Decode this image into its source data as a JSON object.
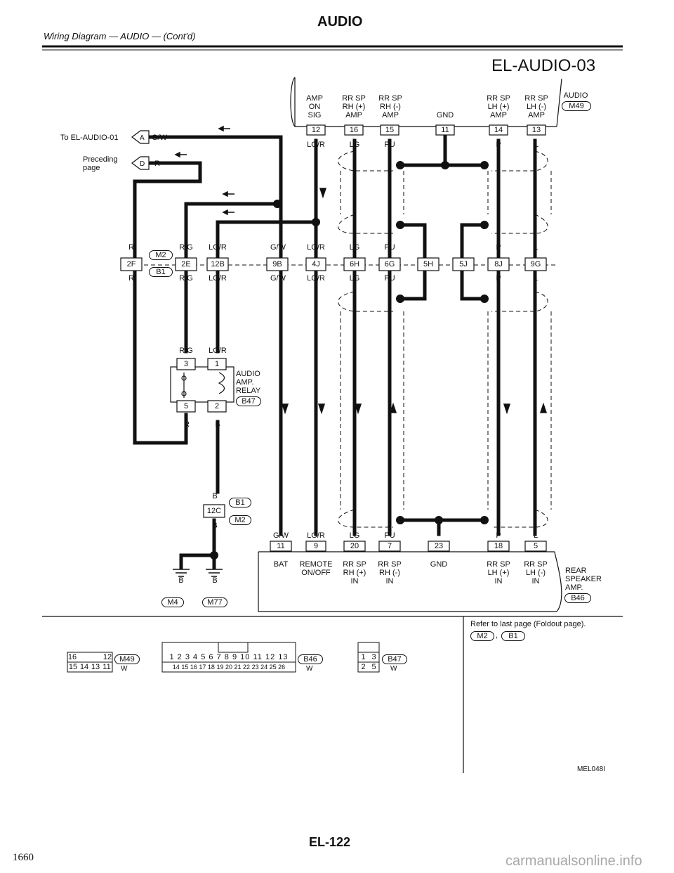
{
  "header": {
    "title": "AUDIO",
    "subtitle": "Wiring Diagram — AUDIO — (Cont'd)",
    "diagram_code": "EL-AUDIO-03"
  },
  "amp_top": {
    "terminals": [
      {
        "pin": "12",
        "label": "AMP\nON\nSIG",
        "wire": "LG/R"
      },
      {
        "pin": "16",
        "label": "RR SP\nRH (+)\nAMP",
        "wire": "LG"
      },
      {
        "pin": "15",
        "label": "RR SP\nRH (-)\nAMP",
        "wire": "PU"
      },
      {
        "pin": "11",
        "label": "GND",
        "wire": ""
      },
      {
        "pin": "14",
        "label": "RR SP\nLH (+)\nAMP",
        "wire": "P"
      },
      {
        "pin": "13",
        "label": "RR SP\nLH (-)\nAMP",
        "wire": "L"
      }
    ],
    "component": "AUDIO",
    "connector": "M49"
  },
  "left_refs": {
    "to_audio01": "To EL-AUDIO-01",
    "to_audio01_conn": "A",
    "to_audio01_wire": "G/W",
    "preceding": "Preceding\npage",
    "preceding_conn": "D",
    "preceding_wire": "R"
  },
  "junction_row": {
    "connectors": [
      "2F",
      "2E",
      "12B",
      "9B",
      "4J",
      "6H",
      "6G",
      "5H",
      "5J",
      "8J",
      "9G"
    ],
    "upper_wires": [
      "R",
      "R/G",
      "LG/R",
      "G/W",
      "LG/R",
      "LG",
      "PU",
      "P",
      "L"
    ],
    "lower_wires": [
      "R",
      "R/G",
      "LG/R",
      "G/W",
      "LG/R",
      "LG",
      "PU",
      "P",
      "L"
    ],
    "conn_ids": [
      "M2",
      "B1"
    ]
  },
  "relay": {
    "name": "AUDIO\nAMP.\nRELAY",
    "connector": "B47",
    "pins_top": [
      "3",
      "1"
    ],
    "pins_bottom": [
      "5",
      "2"
    ],
    "wires_top": [
      "R/G",
      "LG/R"
    ],
    "wires_bottom": [
      "R",
      "B"
    ]
  },
  "ground": {
    "junction": "12C",
    "conn_ids": [
      "B1",
      "M2"
    ],
    "wire": "B",
    "grounds": [
      "M4",
      "M77"
    ]
  },
  "amp_bottom": {
    "terminals": [
      {
        "pin": "11",
        "label": "BAT",
        "wire": "G/W"
      },
      {
        "pin": "9",
        "label": "REMOTE\nON/OFF",
        "wire": "LG/R"
      },
      {
        "pin": "20",
        "label": "RR SP\nRH (+)\nIN",
        "wire": "LG"
      },
      {
        "pin": "7",
        "label": "RR SP\nRH (-)\nIN",
        "wire": "PU"
      },
      {
        "pin": "23",
        "label": "GND",
        "wire": ""
      },
      {
        "pin": "18",
        "label": "RR SP\nLH (+)\nIN",
        "wire": "P"
      },
      {
        "pin": "5",
        "label": "RR SP\nLH (-)\nIN",
        "wire": "L"
      }
    ],
    "component": "REAR\nSPEAKER\nAMP.",
    "connector": "B46"
  },
  "connector_views": {
    "m49": {
      "rows": [
        [
          "16",
          "",
          "12"
        ],
        [
          "15",
          "14",
          "13",
          "11"
        ]
      ],
      "id": "M49",
      "color": "W"
    },
    "b46": {
      "rows": [
        [
          "1",
          "2",
          "3",
          "4",
          "5",
          "6",
          "7",
          "8",
          "9",
          "10",
          "11",
          "12",
          "13"
        ],
        [
          "14",
          "15",
          "16",
          "17",
          "18",
          "19",
          "20",
          "21",
          "22",
          "23",
          "24",
          "25",
          "26"
        ]
      ],
      "id": "B46",
      "color": "W"
    },
    "b47": {
      "rows": [
        [
          "1",
          "3"
        ],
        [
          "2",
          "5"
        ]
      ],
      "id": "B47",
      "color": "W"
    }
  },
  "refer_note": "Refer to last page (Foldout page).",
  "refer_conns": [
    "M2",
    "B1"
  ],
  "figure_id": "MEL048I",
  "page_code": "EL-122",
  "page_number": "1660",
  "watermark": "carmanualsonline.info"
}
